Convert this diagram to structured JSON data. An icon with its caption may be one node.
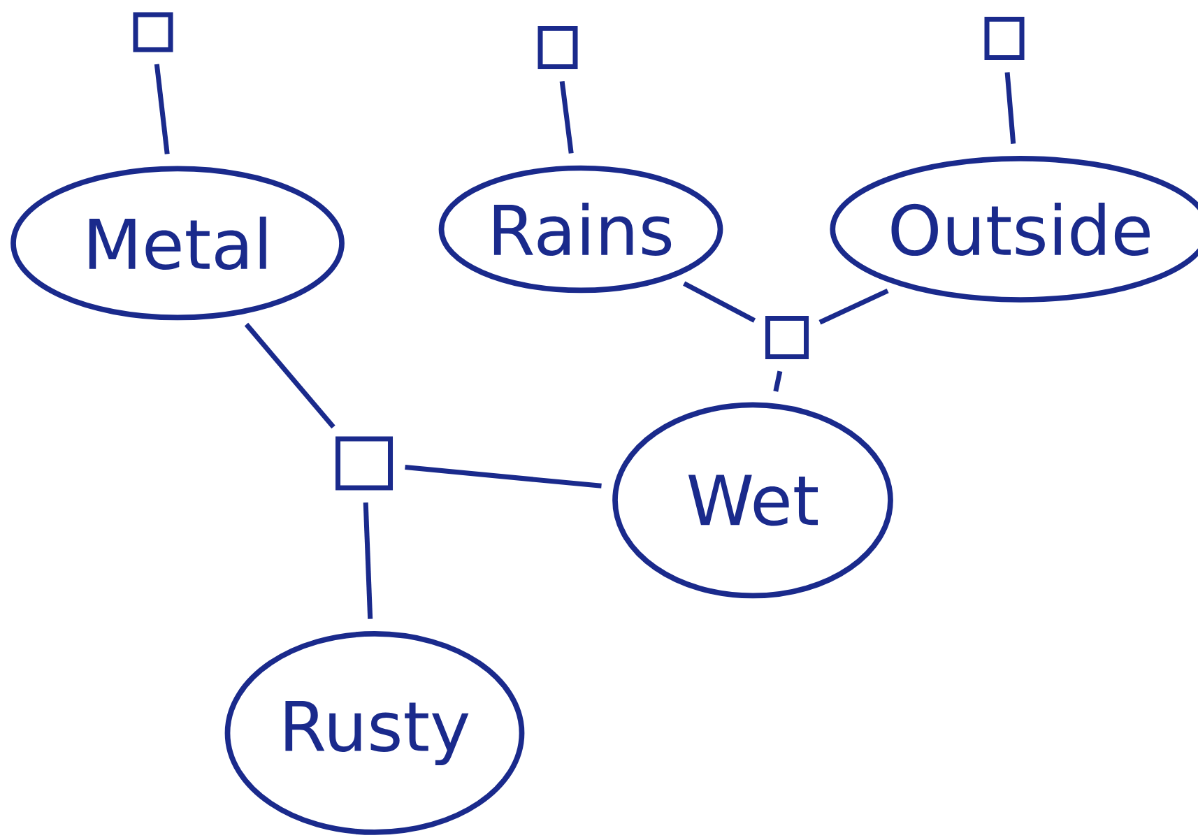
{
  "diagram": {
    "nodes": [
      {
        "text": [],
        "shape": "box"
      },
      {
        "text": [],
        "shape": "box"
      },
      {
        "text": [],
        "shape": "box"
      },
      {
        "text": [
          "Metal"
        ]
      },
      {
        "text": [
          "Rains"
        ]
      },
      {
        "text": [
          "Outside"
        ]
      },
      {
        "text": [],
        "shape": "box"
      },
      {
        "text": [],
        "shape": "box"
      },
      {
        "text": [
          "Wet"
        ]
      },
      {
        "text": [
          "Rusty"
        ]
      }
    ],
    "edges": [
      {
        "from": 0,
        "to": 3,
        "arrow": "none"
      },
      {
        "from": 1,
        "to": 4,
        "arrow": "none"
      },
      {
        "from": 2,
        "to": 5,
        "arrow": "none"
      },
      {
        "from": 4,
        "to": 6,
        "arrow": "none"
      },
      {
        "from": 5,
        "to": 6,
        "arrow": "none"
      },
      {
        "from": 6,
        "to": 8,
        "arrow": "none"
      },
      {
        "from": 3,
        "to": 7,
        "arrow": "none"
      },
      {
        "from": 8,
        "to": 7,
        "arrow": "none"
      },
      {
        "from": 7,
        "to": 9,
        "arrow": "none"
      }
    ]
  }
}
